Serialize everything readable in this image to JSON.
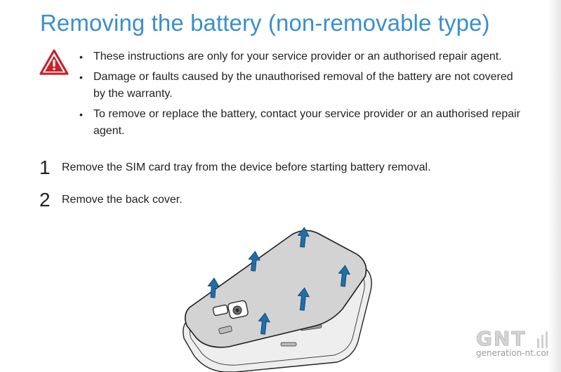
{
  "page": {
    "title": "Removing the battery (non-removable type)"
  },
  "caution": {
    "icon": "warning-triangle-icon",
    "items": [
      {
        "bullet": "•",
        "text": "These instructions are only for your service provider or an authorised repair agent."
      },
      {
        "bullet": "•",
        "text": "Damage or faults caused by the unauthorised removal of the battery are not covered by the warranty."
      },
      {
        "bullet": "•",
        "text": "To remove or replace the battery, contact your service provider or an authorised repair agent."
      }
    ]
  },
  "steps": [
    {
      "number": "1",
      "text": "Remove the SIM card tray from the device before starting battery removal."
    },
    {
      "number": "2",
      "text": "Remove the back cover."
    }
  ],
  "illustration": {
    "icon": "phone-back-cover-removal-illustration"
  },
  "watermark": {
    "logo": "GNT",
    "site": "generation-nt.com"
  },
  "colors": {
    "title": "#3a8fcd",
    "warning": "#c8232c",
    "arrow": "#1f6fa8",
    "cover": "#d3d3d3"
  }
}
